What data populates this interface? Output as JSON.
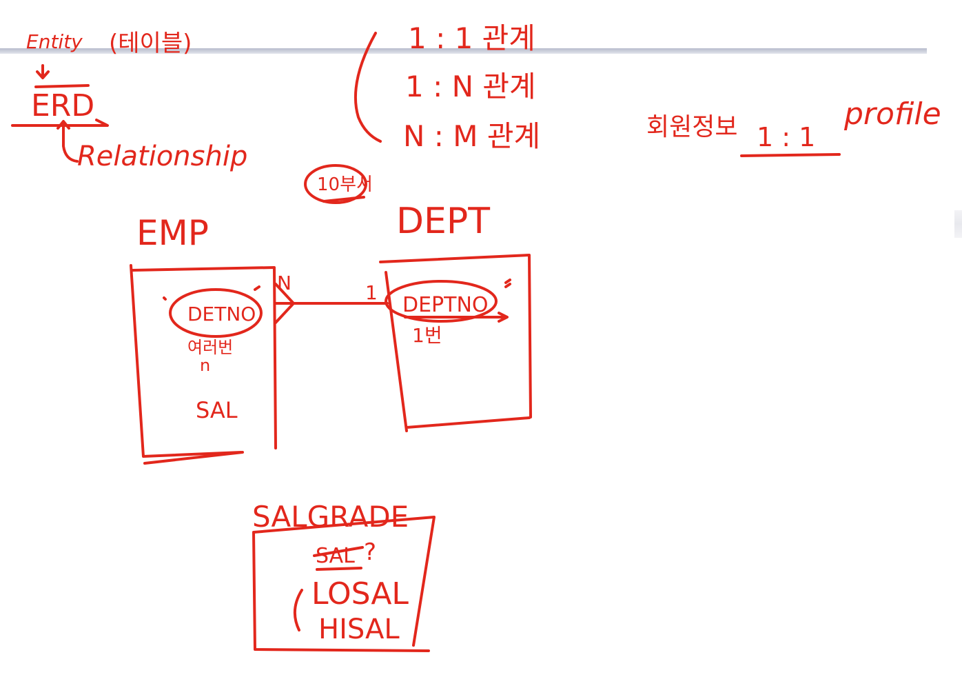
{
  "ink_color": "#e2271c",
  "rule_color": "#c3c7d4",
  "notes": {
    "entity": "Entity",
    "table_paren": "(테이블)",
    "erd": "ERD",
    "relationship": "Relationship",
    "rel_1_1": "1 : 1 관계",
    "rel_1_n": "1 : N 관계",
    "rel_n_m": "N : M 관계",
    "member_info": "회원정보",
    "one_to_one": "1 : 1",
    "profile": "profile",
    "required": "10부서"
  },
  "emp": {
    "title": "EMP",
    "key": "DETNO",
    "many_label": "여러번",
    "n_label": "n",
    "sal": "SAL",
    "cardinality": "N"
  },
  "dept": {
    "title": "DEPT",
    "key": "DEPTNO",
    "once_label": "1번",
    "cardinality": "1"
  },
  "salgrade": {
    "title": "SALGRADE",
    "crossed": "SAL",
    "question": "?",
    "losal": "LOSAL",
    "hisal": "HISAL"
  }
}
